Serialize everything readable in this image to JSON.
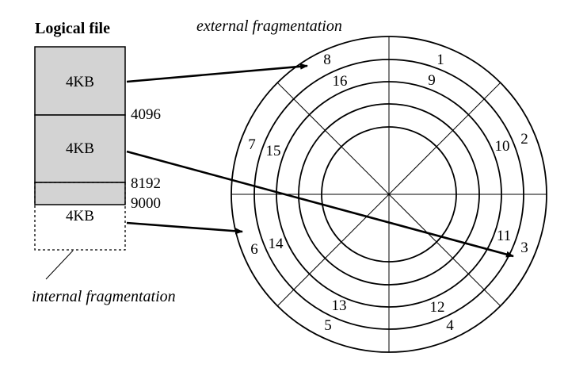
{
  "logical_file": {
    "title": "Logical file",
    "blocks": [
      "4KB",
      "4KB",
      "4KB"
    ],
    "offsets": [
      "4096",
      "8192",
      "9000"
    ]
  },
  "annotations": {
    "external": "external fragmentation",
    "internal": "internal fragmentation"
  },
  "disk": {
    "outer_sectors": [
      "1",
      "2",
      "3",
      "4",
      "5",
      "6",
      "7",
      "8"
    ],
    "inner_sectors": [
      "9",
      "10",
      "11",
      "12",
      "13",
      "14",
      "15",
      "16"
    ]
  }
}
